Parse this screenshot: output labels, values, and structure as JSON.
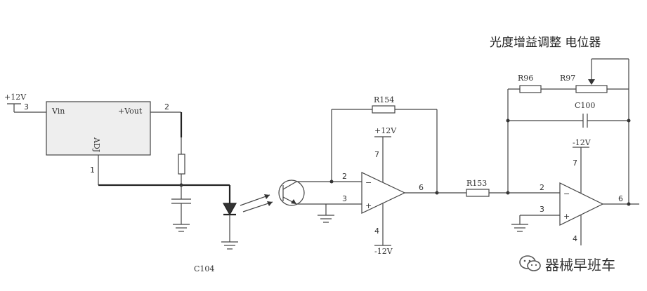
{
  "regulator": {
    "vin": "Vin",
    "vout": "+Vout",
    "adj": "ADJ",
    "pin_in": "3",
    "pin_out": "2",
    "pin_adj": "1"
  },
  "supply": {
    "pos": "+12V",
    "neg": "-12V"
  },
  "opamp1": {
    "pin_inv": "2",
    "pin_noninv": "3",
    "pin_out": "6",
    "pin_vpos": "7",
    "pin_vneg": "4"
  },
  "opamp2": {
    "pin_inv": "2",
    "pin_noninv": "3",
    "pin_out": "6",
    "pin_vpos": "7",
    "pin_vneg": "4"
  },
  "components": {
    "r154": "R154",
    "r153": "R153",
    "r96": "R96",
    "r97": "R97",
    "c100": "C100",
    "c104": "C104"
  },
  "title": "光度增益调整 电位器",
  "watermark": "器械早班车",
  "colors": {
    "line": "#444444",
    "box": "#eeeeee"
  }
}
